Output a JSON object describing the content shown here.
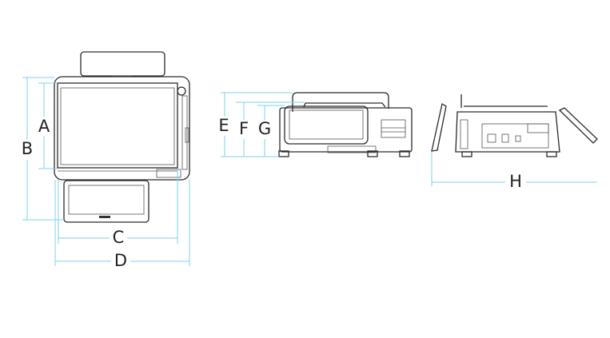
{
  "dimensions": {
    "A": "A",
    "B": "B",
    "C": "C",
    "D": "D",
    "E": "E",
    "F": "F",
    "G": "G",
    "H": "H"
  },
  "colors": {
    "dimension_line": "#7fd0ee",
    "outline": "#2b2b2b"
  }
}
